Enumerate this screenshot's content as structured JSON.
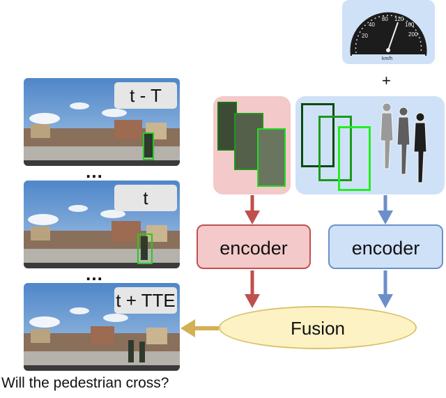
{
  "frames": [
    {
      "label": "t - T"
    },
    {
      "label": "t"
    },
    {
      "label": "t + TTE"
    }
  ],
  "dots": "…",
  "question": "Will the pedestrian cross?",
  "speedometer": {
    "unit": "km/h",
    "ticks": [
      "20",
      "40",
      "80",
      "120",
      "160",
      "200"
    ]
  },
  "plus": "+",
  "encoders": {
    "appearance": "encoder",
    "motion": "encoder"
  },
  "fusion": "Fusion",
  "colors": {
    "appearance_panel": "#f4c9c9",
    "motion_panel": "#cfe1f7",
    "red_arrow": "#c0504d",
    "blue_arrow": "#6b8fca",
    "fusion_fill": "#fdf2c4",
    "output_arrow": "#d4b055",
    "box_green": "#22cc22"
  }
}
